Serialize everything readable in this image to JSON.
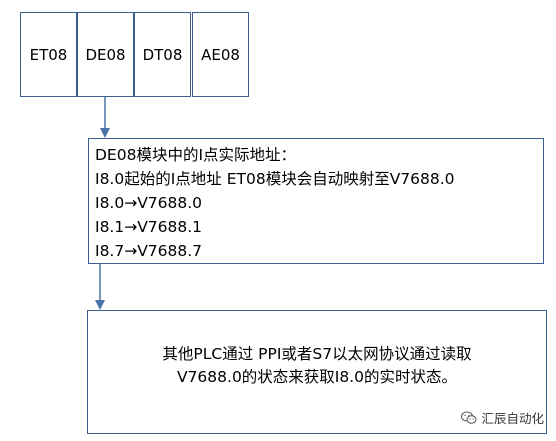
{
  "modules": [
    {
      "label": "ET08"
    },
    {
      "label": "DE08"
    },
    {
      "label": "DT08"
    },
    {
      "label": "AE08"
    }
  ],
  "address_box": {
    "lines": [
      "DE08模块中的I点实际地址：",
      "I8.0起始的I点地址 ET08模块会自动映射至V7688.0",
      "I8.0→V7688.0",
      "I8.1→V7688.1",
      "I8.7→V7688.7"
    ]
  },
  "note_box": {
    "lines": [
      "其他PLC通过 PPI或者S7以太网协议通过读取",
      "V7688.0的状态来获取I8.0的实时状态。"
    ]
  },
  "watermark": {
    "text": "汇辰自动化",
    "icon": "wechat-icon"
  },
  "colors": {
    "border": "#3a5f8f",
    "arrow": "#4a74a8"
  }
}
